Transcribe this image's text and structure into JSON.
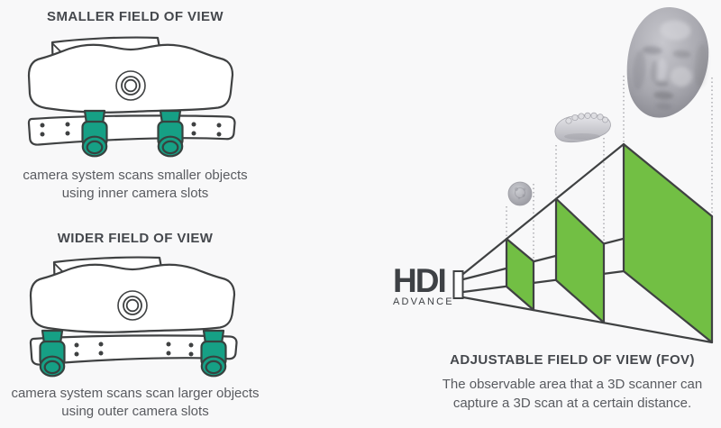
{
  "left": {
    "smaller": {
      "title": "SMALLER FIELD OF VIEW",
      "caption_line1": "camera system scans smaller objects",
      "caption_line2": "using inner camera slots"
    },
    "wider": {
      "title": "WIDER FIELD OF VIEW",
      "caption_line1": "camera system scans scan larger objects",
      "caption_line2": "using outer camera slots"
    }
  },
  "right": {
    "logo": {
      "brand": "HDI",
      "product": "ADVANCE"
    },
    "fov": {
      "title": "ADJUSTABLE FIELD OF VIEW (FOV)",
      "desc_line1": "The observable area that a 3D scanner can",
      "desc_line2": "capture a 3D scan at a certain distance.",
      "objects": [
        "coin 3D scan",
        "dental jaw 3D scan",
        "face 3D scan"
      ]
    }
  },
  "colors": {
    "camera_teal": "#16a085",
    "fov_green": "#72bf44",
    "line_dark": "#3f4142",
    "title_text": "#45484d",
    "body_text": "#595b60",
    "background": "#f8f8f9"
  }
}
